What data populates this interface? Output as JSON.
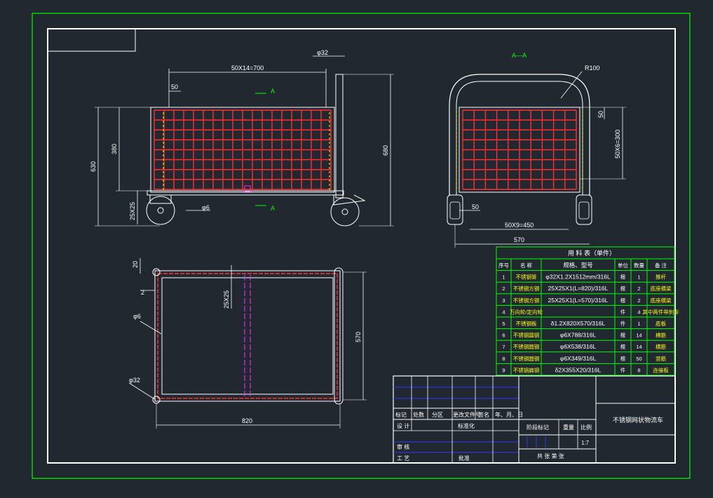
{
  "drawing_title": "不锈钢网状物流车",
  "section_label": "A—A",
  "section_mark": "A",
  "front_view": {
    "dim_spacing_total": "50X14=700",
    "dim_pitch": "50",
    "dim_tube": "φ32",
    "dim_height_total": "630",
    "dim_mesh_height": "380",
    "dim_overall_height": "680",
    "dim_bar_size": "25X25",
    "dim_rod": "φ6"
  },
  "section_view": {
    "dim_radius": "R100",
    "dim_top_pitch": "50",
    "dim_vertical_total": "50X6=300",
    "dim_bottom_pitch": "50",
    "dim_horizontal_total": "50X9=450",
    "dim_width": "570"
  },
  "plan_view": {
    "dim_offset_20": "20",
    "dim_offset_2": "2",
    "dim_rod": "φ6",
    "dim_bar": "25X25",
    "dim_depth": "570",
    "dim_tube": "φ32",
    "dim_length": "820"
  },
  "bom": {
    "title": "用 料 表（单件）",
    "headers": [
      "序号",
      "名 称",
      "规格、型号",
      "单位",
      "数量",
      "备 注"
    ],
    "rows": [
      [
        "1",
        "不锈钢管",
        "φ32X1.2X1512mm/316L",
        "根",
        "1",
        "推杆"
      ],
      [
        "2",
        "不锈钢方钢",
        "25X25X1(L=820)/316L",
        "根",
        "2",
        "底座横梁"
      ],
      [
        "3",
        "不锈钢方钢",
        "25X25X1(L=570)/316L",
        "根",
        "2",
        "底座横梁"
      ],
      [
        "4",
        "万向轮/定向轮",
        "",
        "件",
        "4",
        "其中两件带刹车"
      ],
      [
        "5",
        "不锈钢板",
        "δ1.2X820X570/316L",
        "件",
        "1",
        "底板"
      ],
      [
        "6",
        "不锈钢圆钢",
        "φ6X788/316L",
        "根",
        "14",
        "横筋"
      ],
      [
        "7",
        "不锈钢圆钢",
        "φ6X538/316L",
        "根",
        "14",
        "横筋"
      ],
      [
        "8",
        "不锈钢圆钢",
        "φ6X349/316L",
        "根",
        "50",
        "竖筋"
      ],
      [
        "9",
        "不锈钢扁钢",
        "δ2X355X20/316L",
        "件",
        "8",
        "连接板"
      ]
    ]
  },
  "title_block": {
    "header_row": [
      "标记",
      "处数",
      "分区",
      "更改文件号",
      "签名",
      "年、月、日"
    ],
    "design_label": "设 计",
    "standard_label": "标准化",
    "stage_label": "阶段标记",
    "weight_label": "重量",
    "scale_label": "比例",
    "scale_value": "1:7",
    "review_label": "审 核",
    "process_label": "工 艺",
    "approve_label": "批准",
    "sheets_label": "共   张   第   张"
  },
  "colors": {
    "background": "#212830",
    "frame": "#00ff00",
    "outline": "#ffffff",
    "mesh": "#ff3030",
    "hidden": "#ffff00",
    "text_yellow": "#ffff00",
    "table_lines": "#2b39ff",
    "centerline": "#ff30ff"
  }
}
